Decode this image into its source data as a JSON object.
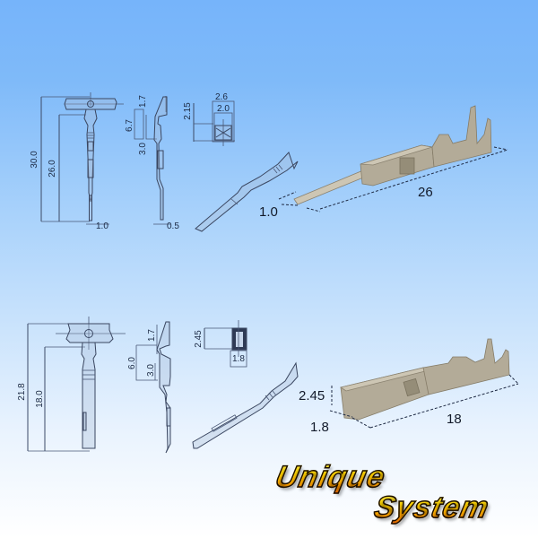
{
  "diagram": {
    "top_terminal": {
      "type": "male-pin",
      "front_view": {
        "overall_length": "30.0",
        "body_length": "26.0",
        "pin_width": "1.0"
      },
      "side_view": {
        "height_a": "1.7",
        "height_b": "6.7",
        "height_c": "3.0",
        "pin_thickness": "0.5"
      },
      "end_view": {
        "height": "2.15",
        "outer_width": "2.6",
        "inner_width": "2.0"
      },
      "photo": {
        "length": "26",
        "pin_width": "1.0"
      }
    },
    "bottom_terminal": {
      "type": "female-socket",
      "front_view": {
        "overall_length": "21.8",
        "body_length": "18.0"
      },
      "side_view": {
        "height_a": "1.7",
        "height_b": "6.0",
        "height_c": "3.0"
      },
      "end_view": {
        "height": "2.45",
        "width": "1.8"
      },
      "photo": {
        "length": "18",
        "height": "2.45",
        "width": "1.8"
      }
    },
    "colors": {
      "background_top": "#76b4fa",
      "background_bottom": "#ffffff",
      "line": "#3c4a66",
      "metal": "#b3ab98"
    }
  },
  "logo": {
    "line1": "Unique",
    "line2": "System"
  }
}
